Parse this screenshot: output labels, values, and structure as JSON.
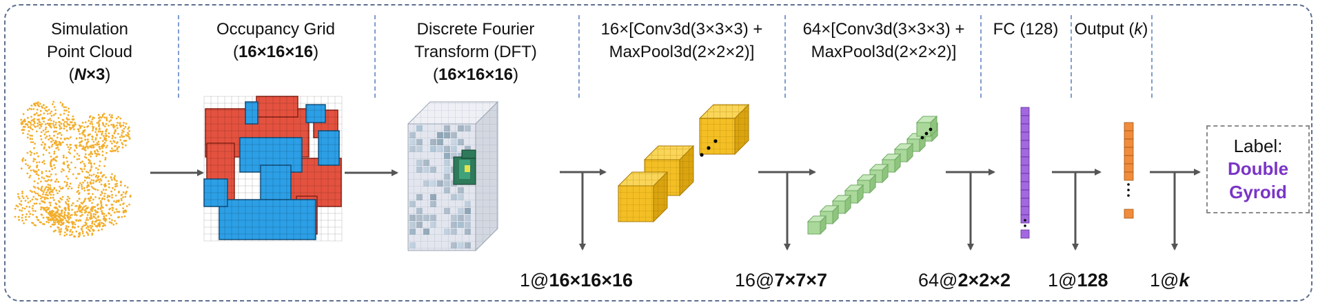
{
  "stages": [
    {
      "line1": "Simulation",
      "line2": "Point Cloud",
      "line3_open": "(",
      "line3_bold_italic": "N",
      "line3_bold": "×3",
      "line3_close": ")"
    },
    {
      "line1": "Occupancy Grid",
      "line2_open": "(",
      "line2_bold": "16×16×16",
      "line2_close": ")"
    },
    {
      "line1": "Discrete Fourier",
      "line2": "Transform (DFT)",
      "line3_open": "(",
      "line3_bold": "16×16×16",
      "line3_close": ")"
    },
    {
      "line1": "16×[Conv3d(3×3×3) +",
      "line2": "MaxPool3d(2×2×2)]"
    },
    {
      "line1": "64×[Conv3d(3×3×3) +",
      "line2": "MaxPool3d(2×2×2)]"
    },
    {
      "line1": "FC (128)"
    },
    {
      "line1": "Output (",
      "line1_italic": "k",
      "line1_close": ")"
    }
  ],
  "dims": [
    {
      "prefix": "1@",
      "bold": "16×16×16"
    },
    {
      "prefix": "16@",
      "bold": "7×7×7"
    },
    {
      "prefix": "64@",
      "bold": "2×2×2"
    },
    {
      "prefix": "1@",
      "bold": "128"
    },
    {
      "prefix": "1@",
      "bold_italic": "k"
    }
  ],
  "label": {
    "title": "Label:",
    "value_line1": "Double",
    "value_line2": "Gyroid"
  },
  "colors": {
    "frame": "#5b6f8f",
    "separator": "#7f9bd0",
    "arrow": "#555555",
    "point_cloud": "#f3ae2c",
    "voxel_red": "#e4523f",
    "voxel_blue": "#2c9fe6",
    "conv16": "#f3bf25",
    "conv64": "#a9d89a",
    "fc": "#a368e0",
    "output": "#f08c3c",
    "label_text": "#7a35c6"
  }
}
